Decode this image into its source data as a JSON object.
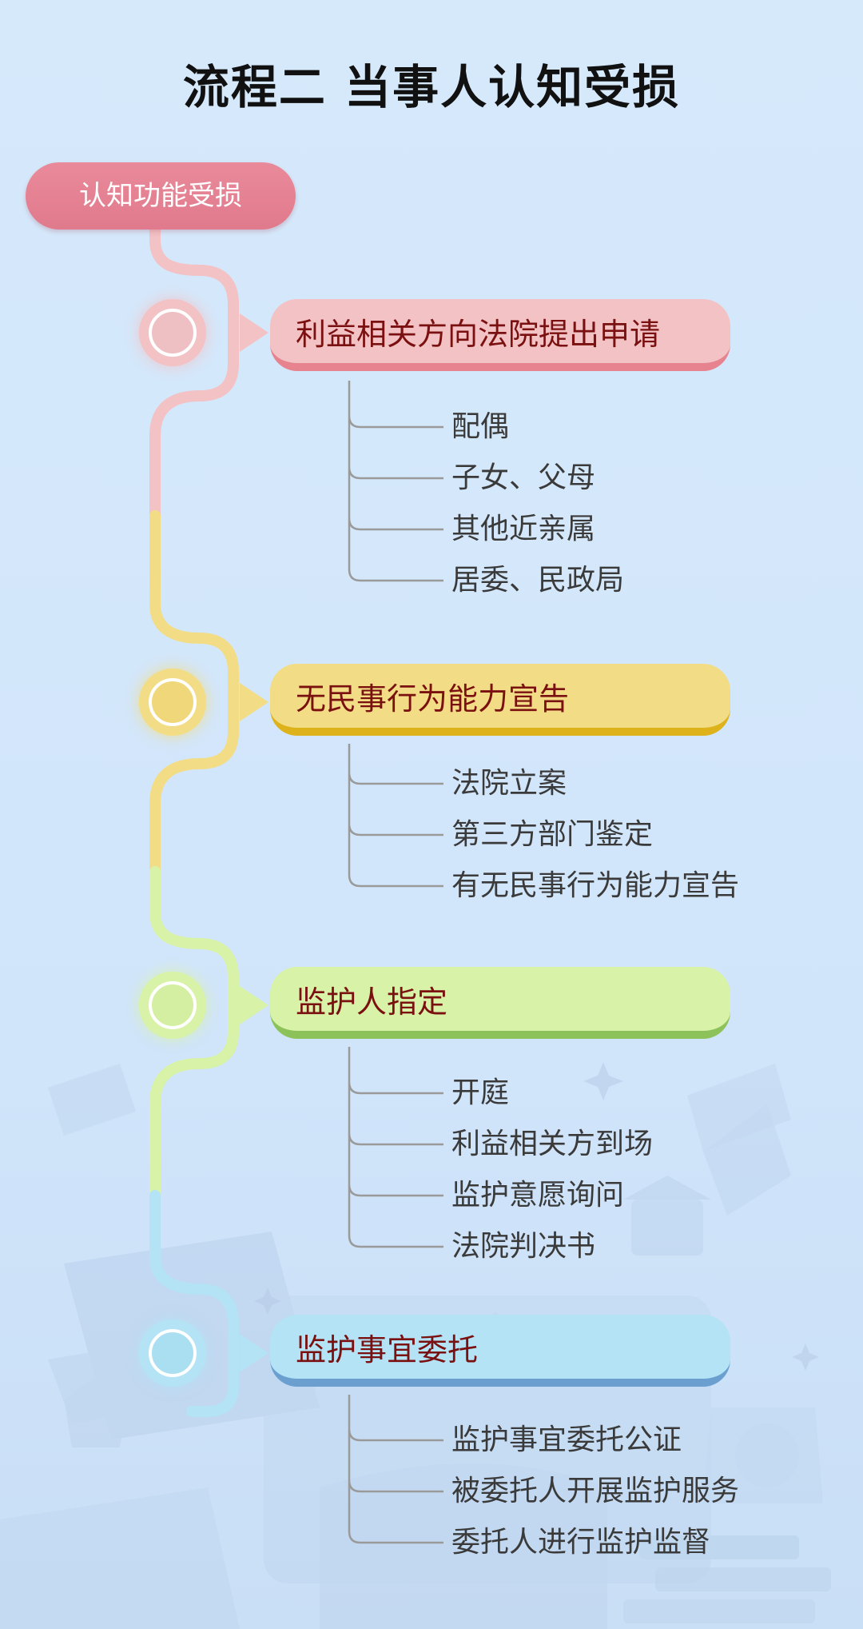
{
  "title": "流程二  当事人认知受损",
  "start": "认知功能受损",
  "colors": {
    "pink": "#f2c2c5",
    "yellow": "#f2dd86",
    "green": "#d8f2a8",
    "blue": "#b3e3f5"
  },
  "stages": [
    {
      "label": "利益相关方向法院提出申请",
      "items": [
        "配偶",
        "子女、父母",
        "其他近亲属",
        "居委、民政局"
      ]
    },
    {
      "label": "无民事行为能力宣告",
      "items": [
        "法院立案",
        "第三方部门鉴定",
        "有无民事行为能力宣告"
      ]
    },
    {
      "label": "监护人指定",
      "items": [
        "开庭",
        "利益相关方到场",
        "监护意愿询问",
        "法院判决书"
      ]
    },
    {
      "label": "监护事宜委托",
      "items": [
        "监护事宜委托公证",
        "被委托人开展监护服务",
        "委托人进行监护监督"
      ]
    }
  ]
}
